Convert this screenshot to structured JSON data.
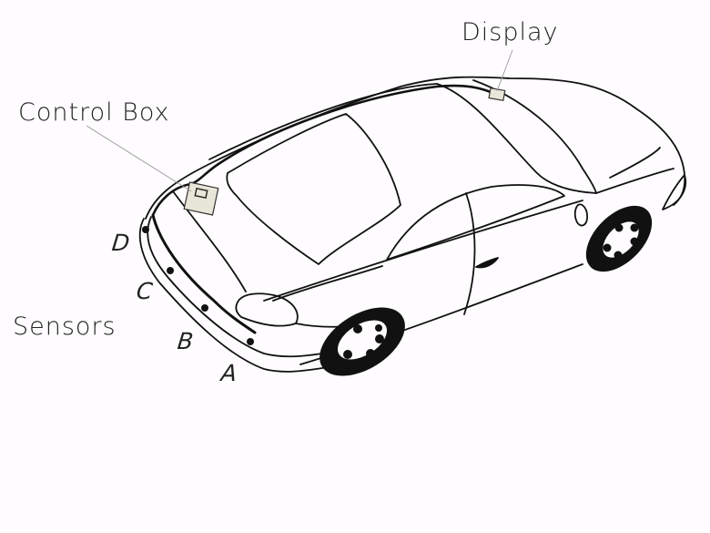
{
  "diagram": {
    "subject": "car-parking-sensor-installation",
    "labels": {
      "display": "Display",
      "control_box": "Control Box",
      "sensors": "Sensors"
    },
    "sensors": [
      {
        "id": "A",
        "label": "A"
      },
      {
        "id": "B",
        "label": "B"
      },
      {
        "id": "C",
        "label": "C"
      },
      {
        "id": "D",
        "label": "D"
      }
    ],
    "colors": {
      "line": "#111111",
      "leader": "#9a9a9a",
      "box_fill": "#e8e6d8",
      "background": "#fefcfe"
    }
  }
}
